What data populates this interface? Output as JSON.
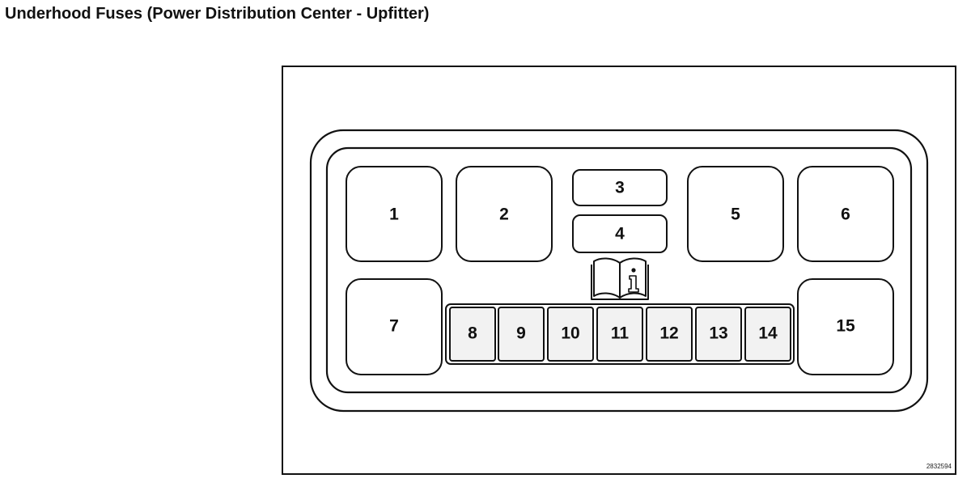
{
  "title": "Underhood Fuses (Power Distribution Center - Upfitter)",
  "figure_id": "2832594",
  "colors": {
    "line": "#111111",
    "box_fill": "#ffffff",
    "small_fuse_fill": "#f2f2f2"
  },
  "icons": [
    "manual-info-icon"
  ],
  "fuses": [
    {
      "id": "fuse-1",
      "label": "1"
    },
    {
      "id": "fuse-2",
      "label": "2"
    },
    {
      "id": "fuse-3",
      "label": "3"
    },
    {
      "id": "fuse-4",
      "label": "4"
    },
    {
      "id": "fuse-5",
      "label": "5"
    },
    {
      "id": "fuse-6",
      "label": "6"
    },
    {
      "id": "fuse-7",
      "label": "7"
    },
    {
      "id": "fuse-8",
      "label": "8"
    },
    {
      "id": "fuse-9",
      "label": "9"
    },
    {
      "id": "fuse-10",
      "label": "10"
    },
    {
      "id": "fuse-11",
      "label": "11"
    },
    {
      "id": "fuse-12",
      "label": "12"
    },
    {
      "id": "fuse-13",
      "label": "13"
    },
    {
      "id": "fuse-14",
      "label": "14"
    },
    {
      "id": "fuse-15",
      "label": "15"
    }
  ]
}
